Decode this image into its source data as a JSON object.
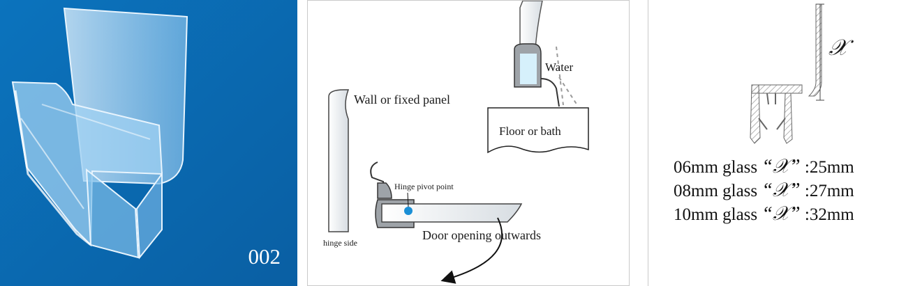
{
  "panel_product": {
    "code": "002"
  },
  "panel_diagram": {
    "water": "Water",
    "floor": "Floor or bath",
    "wall": "Wall or fixed panel",
    "pivot": "Hinge pivot point",
    "hinge_side": "hinge side",
    "door_opening": "Door opening outwards"
  },
  "panel_spec": {
    "dimension_symbol": "𝒳",
    "rows": [
      {
        "glass": "06mm glass",
        "symbol": "“𝒳”",
        "value": ":25mm"
      },
      {
        "glass": "08mm glass",
        "symbol": "“𝒳”",
        "value": ":27mm"
      },
      {
        "glass": "10mm glass",
        "symbol": "“𝒳”",
        "value": ":32mm"
      }
    ]
  },
  "colors": {
    "product_bg": "#0a6fb8",
    "seal_fill": "#9ea3a8",
    "pivot_dot": "#1a8fd6"
  }
}
